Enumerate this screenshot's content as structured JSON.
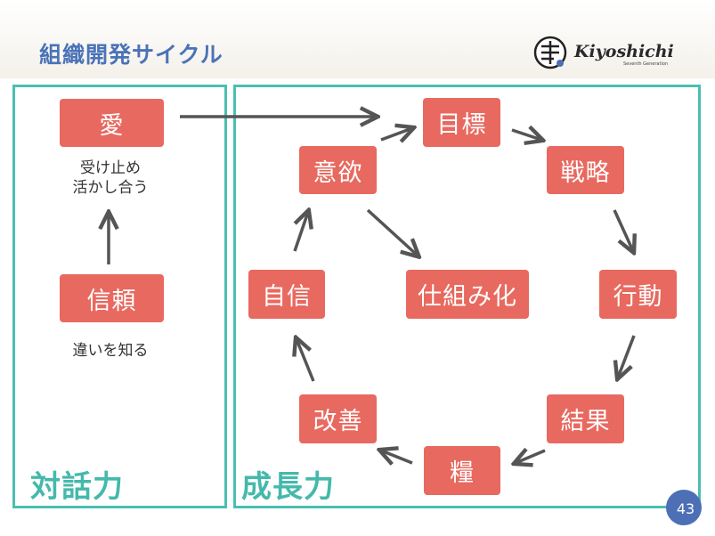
{
  "header": {
    "title": "組織開発サイクル"
  },
  "logo": {
    "brand": "Kiyoshichi",
    "tagline": "Seventh Generation"
  },
  "left_panel": {
    "label": "対話力",
    "nodes": {
      "love": "愛",
      "trust": "信頼"
    },
    "captions": {
      "love": "受け止め\n活かし合う",
      "trust": "違いを知る"
    }
  },
  "right_panel": {
    "label": "成長力",
    "nodes": {
      "goal": "目標",
      "strategy": "戦略",
      "action": "行動",
      "result": "結果",
      "nourishment": "糧",
      "improvement": "改善",
      "confidence": "自信",
      "motivation": "意欲",
      "systematize": "仕組み化"
    }
  },
  "page": {
    "number": "43"
  },
  "colors": {
    "box": "#e8695f",
    "frame": "#49bfb1",
    "title": "#4a73b8",
    "arrow": "#555555"
  }
}
